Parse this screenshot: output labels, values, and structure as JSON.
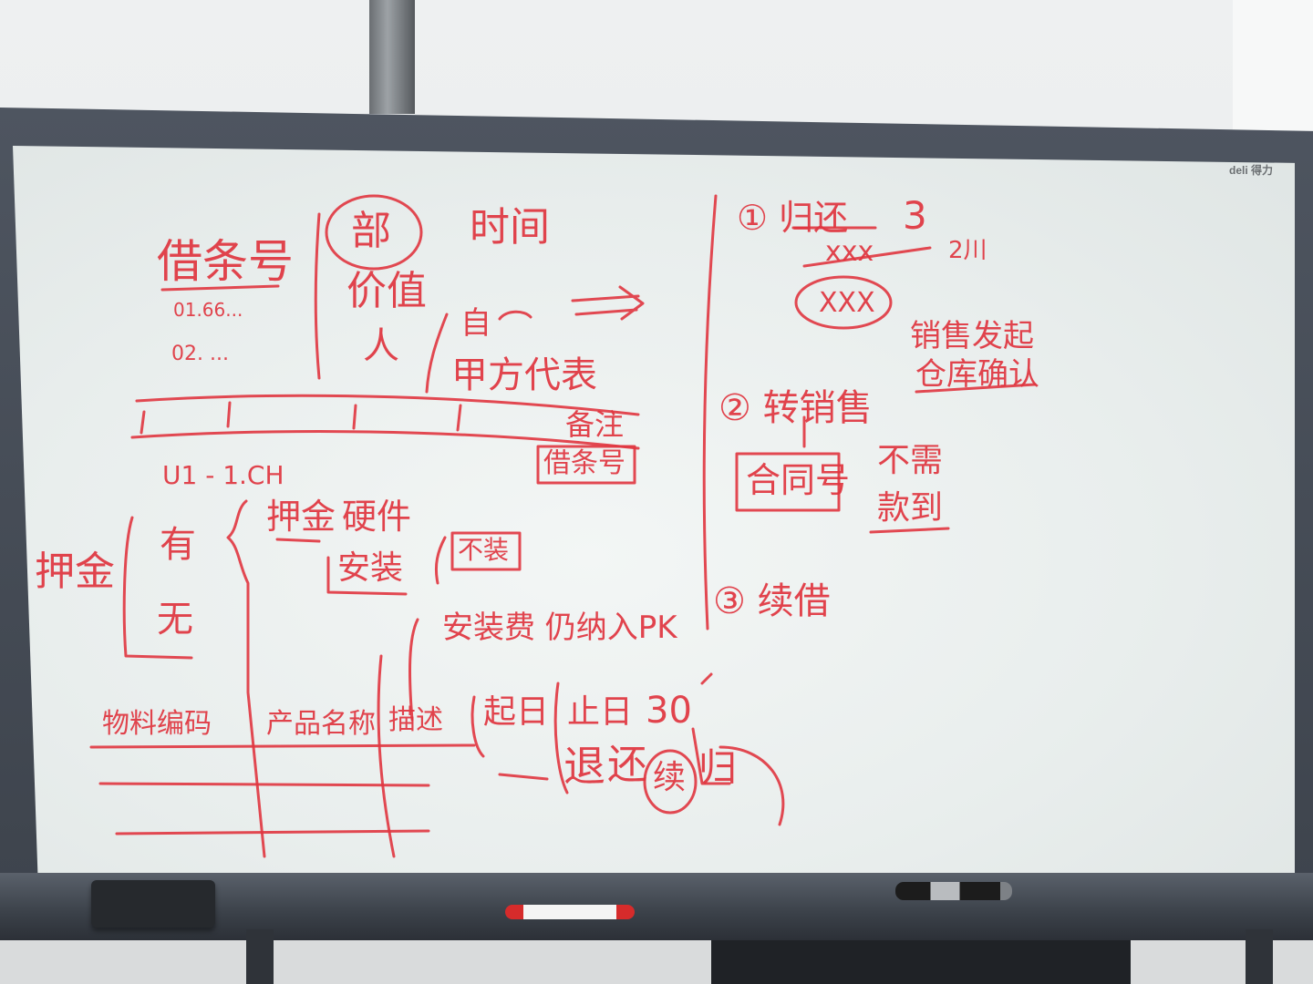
{
  "brand": "deli 得力",
  "whiteboard": {
    "left": {
      "title": "借条号",
      "numbers": [
        "01.66...",
        "02. ..."
      ],
      "circled": "部",
      "col_value": "价值",
      "col_person": "人",
      "col_time": "时间",
      "self": "自",
      "party_a": "甲方代表",
      "remark": "备注",
      "remark_box": "借条号",
      "code": "U1 - 1.CH",
      "deposit": "押金",
      "has": "有",
      "none": "无",
      "deposit_hw": "押金",
      "hardware": "硬件",
      "install": "安装",
      "no_install": "不装",
      "install_fee": "安装费 仍纳入PK",
      "headers": [
        "物料编码",
        "产品名称",
        "描述"
      ],
      "start_date": "起日",
      "end_date": "止日",
      "thirty": "30",
      "return_labels": [
        "退",
        "还",
        "续",
        "归"
      ]
    },
    "right": {
      "item1": "① 归还",
      "item1_count": "3",
      "crossed": "xxx",
      "num_2": "2川",
      "circled_x": "XXX",
      "sales_note_1": "销售发起",
      "sales_note_2": "仓库确认",
      "item2": "② 转销售",
      "contract": "合同号",
      "no_need_1": "不需",
      "no_need_2": "款到",
      "item3": "③ 续借"
    }
  }
}
